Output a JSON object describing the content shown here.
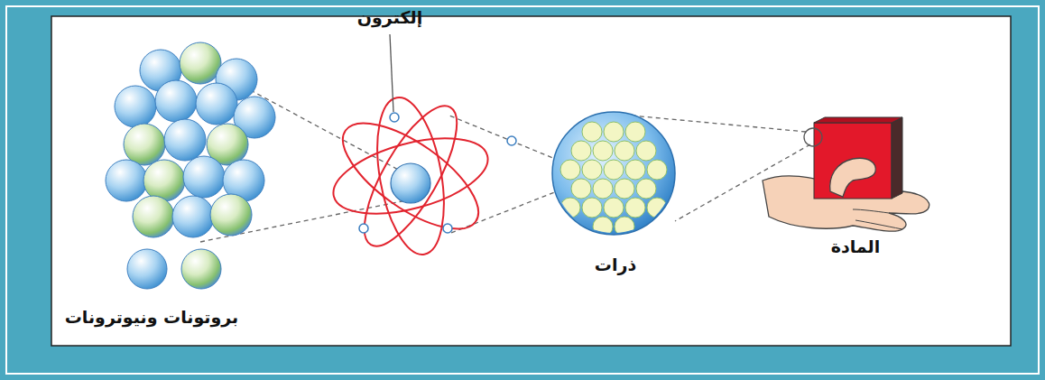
{
  "diagram": {
    "labels": [
      "إلكترون",
      "ذرات",
      "المادة",
      "بروتونات ونيوترونات"
    ]
  }
}
